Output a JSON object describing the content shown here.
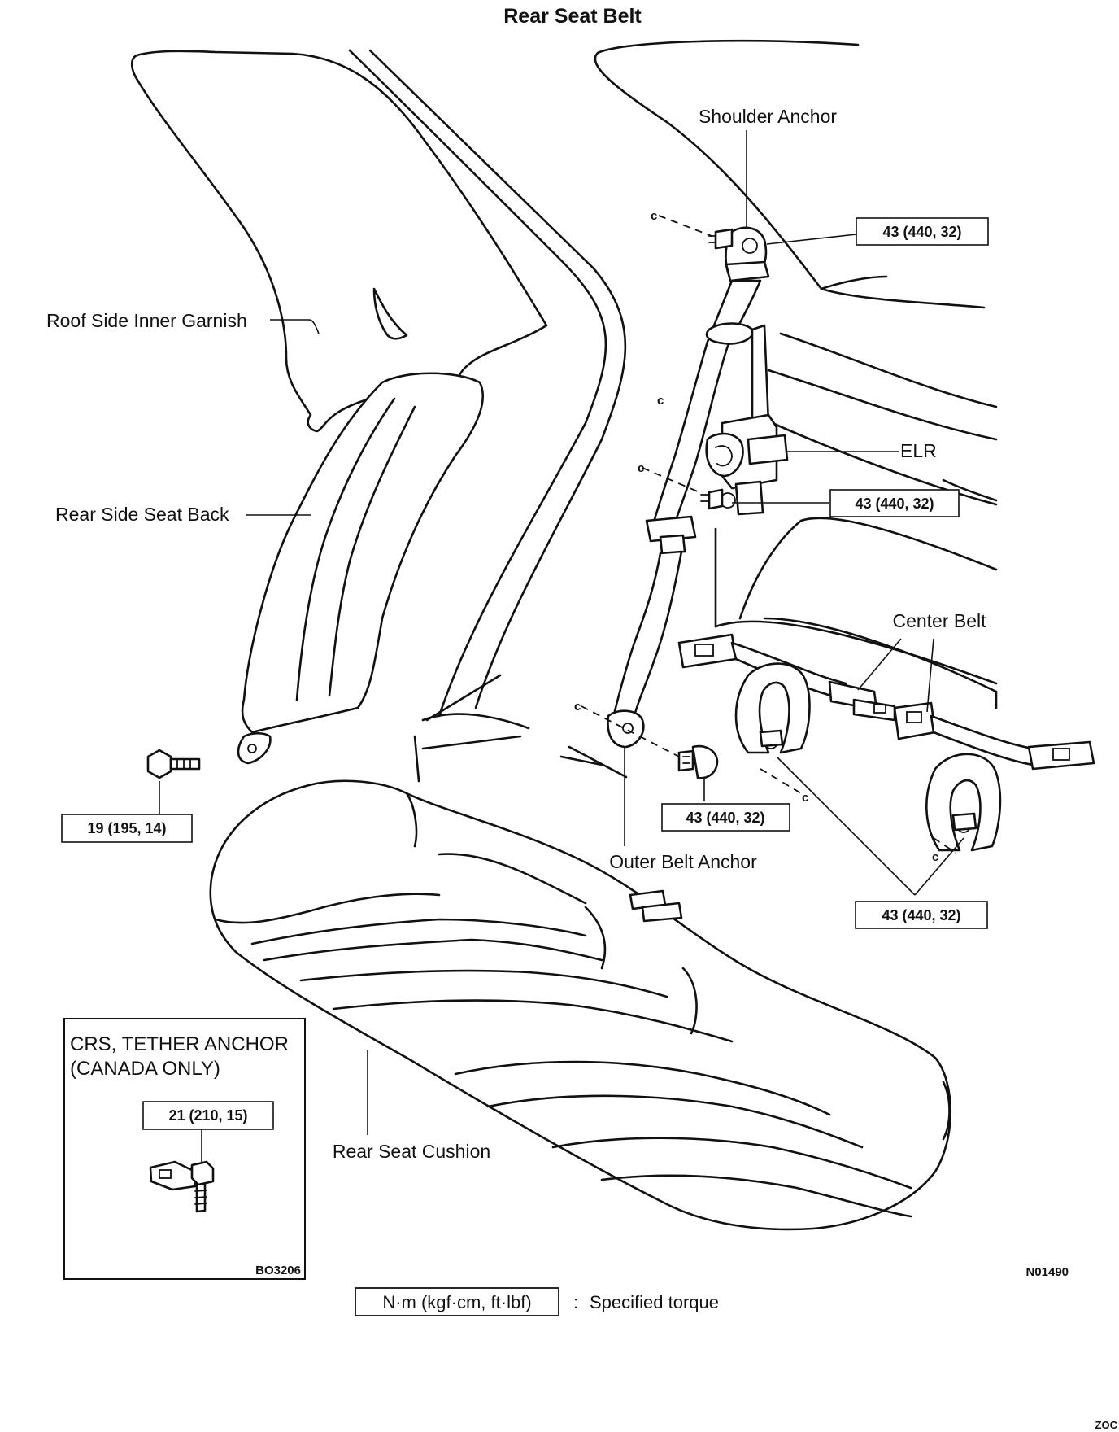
{
  "title": "Rear Seat Belt",
  "labels": {
    "shoulder_anchor": "Shoulder Anchor",
    "roof_side_inner_garnish": "Roof Side Inner Garnish",
    "elr": "ELR",
    "rear_side_seat_back": "Rear Side Seat Back",
    "center_belt": "Center Belt",
    "outer_belt_anchor": "Outer Belt Anchor",
    "rear_seat_cushion": "Rear Seat Cushion"
  },
  "torque_values": {
    "shoulder_anchor_bolt": "43 (440, 32)",
    "elr_bolt": "43 (440, 32)",
    "outer_anchor_bolt": "43 (440, 32)",
    "center_belt_bolts": "43 (440, 32)",
    "seat_back_bolt": "19 (195, 14)",
    "tether_anchor_bolt": "21 (210, 15)"
  },
  "inset": {
    "title_line1": "CRS, TETHER ANCHOR",
    "title_line2": "(CANADA ONLY)",
    "code": "BO3206"
  },
  "codes": {
    "diagram_code": "N01490",
    "corner_code": "ZOC"
  },
  "legend": {
    "unit_box": "N·m (kgf·cm, ft·lbf)",
    "separator": ":",
    "meaning": "Specified torque"
  },
  "markers": {
    "c": "c"
  }
}
